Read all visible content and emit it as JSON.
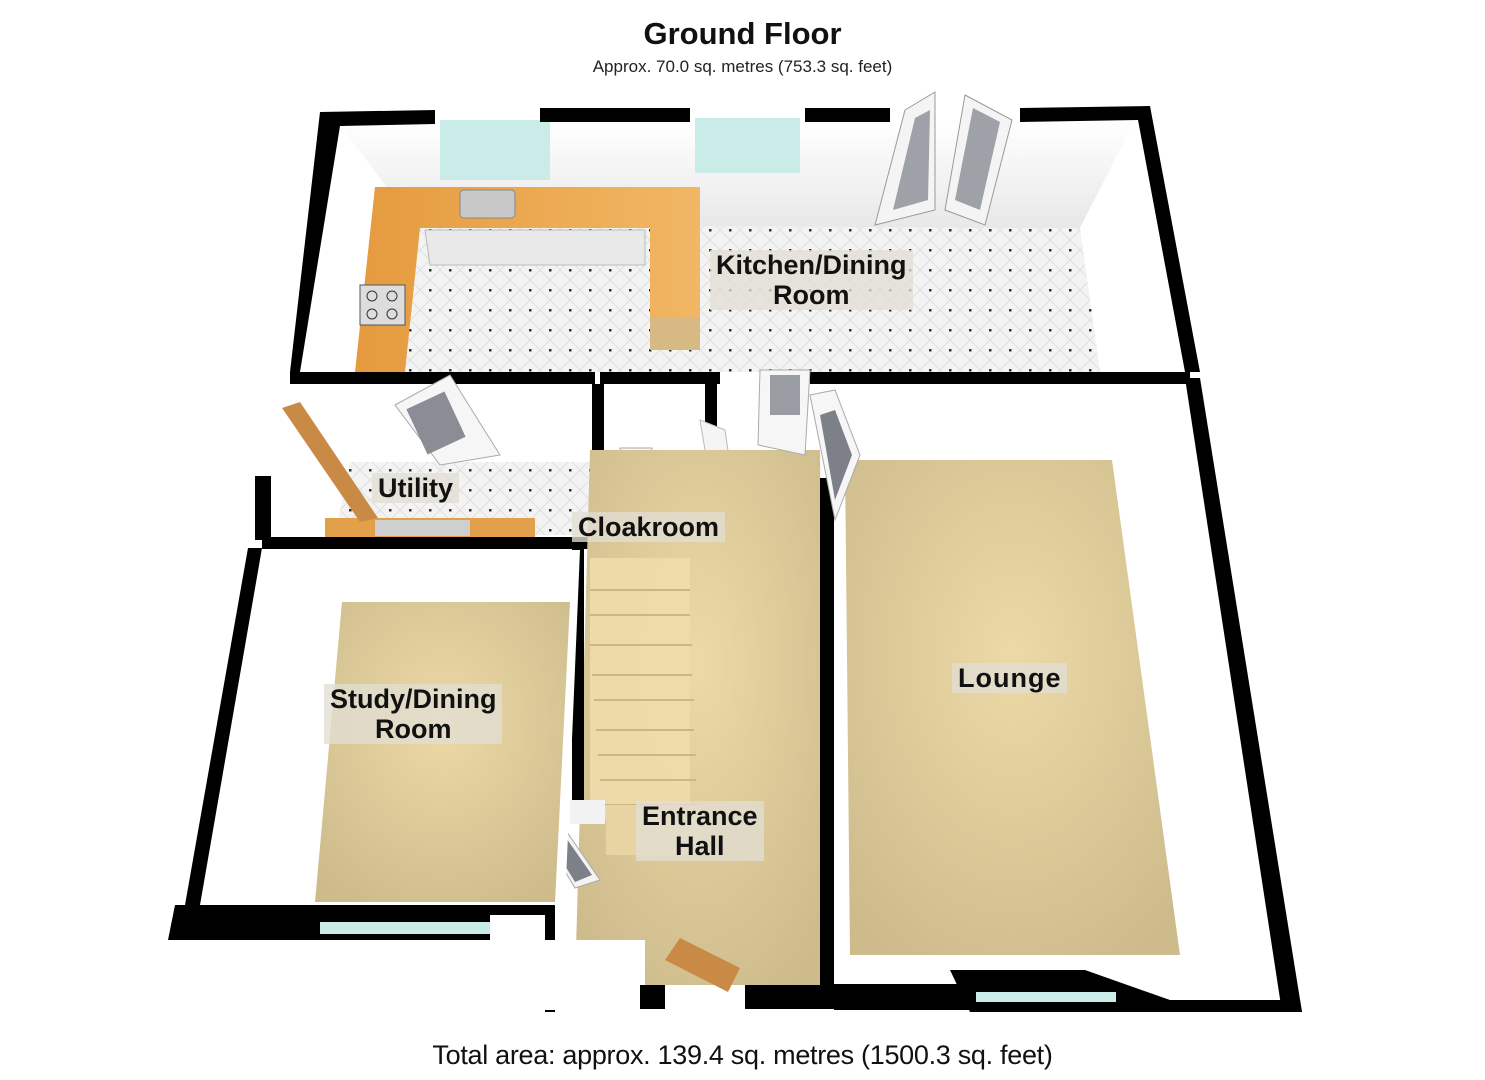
{
  "header": {
    "title": "Ground Floor",
    "subtitle": "Approx. 70.0 sq. metres (753.3 sq. feet)"
  },
  "rooms": [
    {
      "id": "kitchen",
      "line1": "Kitchen/Dining",
      "line2": "Room",
      "floor": "tiled"
    },
    {
      "id": "utility",
      "line1": "Utility",
      "floor": "tiled"
    },
    {
      "id": "cloakroom",
      "line1": "Cloakroom",
      "floor": "carpet"
    },
    {
      "id": "study",
      "line1": "Study/Dining",
      "line2": "Room",
      "floor": "carpet"
    },
    {
      "id": "lounge",
      "line1": "Lounge",
      "floor": "carpet"
    },
    {
      "id": "hall",
      "line1": "Entrance",
      "line2": "Hall",
      "floor": "carpet"
    }
  ],
  "footer": {
    "total": "Total area: approx. 139.4 sq. metres (1500.3 sq. feet)"
  },
  "colors": {
    "wall": "#000000",
    "wall_face": "#ffffff",
    "carpet": "#d9c89a",
    "tile": "#f2f2f2",
    "worktop": "#e3a04a",
    "window": "#bfe6e2",
    "door_wood": "#c98a45"
  }
}
